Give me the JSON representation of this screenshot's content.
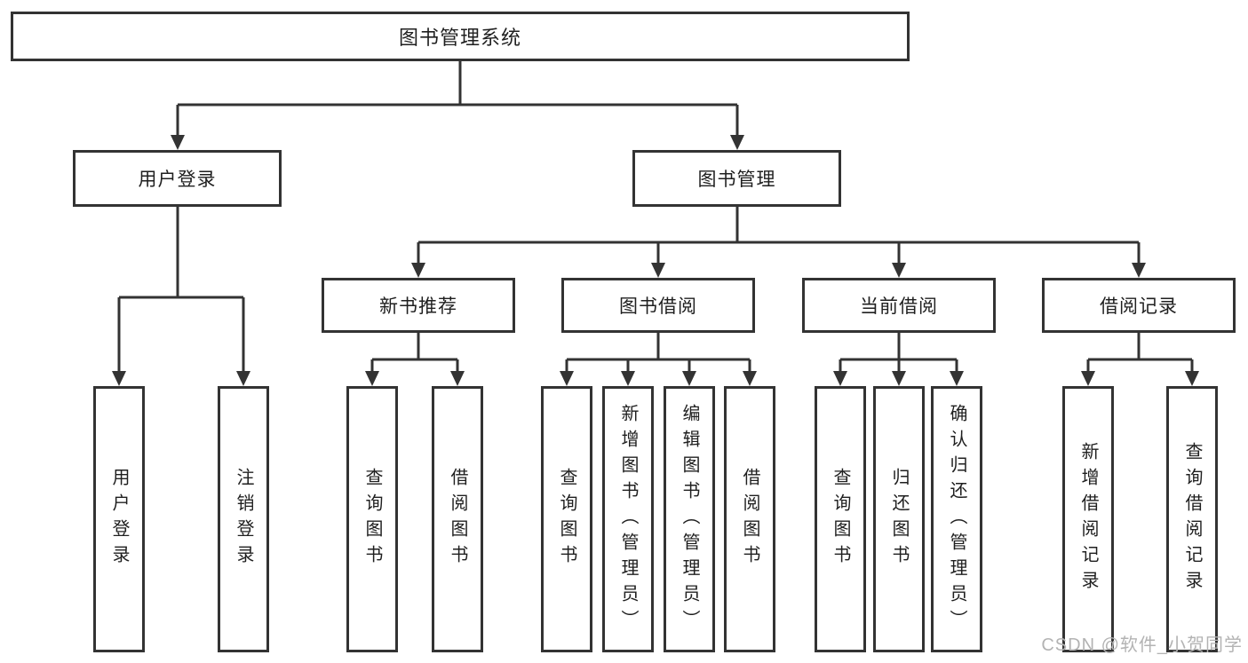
{
  "tree": {
    "root": {
      "label": "图书管理系统",
      "children": [
        {
          "label": "用户登录",
          "children": [
            {
              "label": "用户登录"
            },
            {
              "label": "注销登录"
            }
          ]
        },
        {
          "label": "图书管理",
          "children": [
            {
              "label": "新书推荐",
              "children": [
                {
                  "label": "查询图书"
                },
                {
                  "label": "借阅图书"
                }
              ]
            },
            {
              "label": "图书借阅",
              "children": [
                {
                  "label": "查询图书"
                },
                {
                  "label": "新增图书（管理员）"
                },
                {
                  "label": "编辑图书（管理员）"
                },
                {
                  "label": "借阅图书"
                }
              ]
            },
            {
              "label": "当前借阅",
              "children": [
                {
                  "label": "查询图书"
                },
                {
                  "label": "归还图书"
                },
                {
                  "label": "确认归还（管理员）"
                }
              ]
            },
            {
              "label": "借阅记录",
              "children": [
                {
                  "label": "新增借阅记录"
                },
                {
                  "label": "查询借阅记录"
                }
              ]
            }
          ]
        }
      ]
    }
  },
  "watermark": {
    "text": "CSDN @软件_小贺同学"
  },
  "colors": {
    "line": "#333333",
    "box_border": "#333333",
    "box_background": "#ffffff",
    "text": "#1f1f1f",
    "watermark": "#b3b3b3"
  }
}
